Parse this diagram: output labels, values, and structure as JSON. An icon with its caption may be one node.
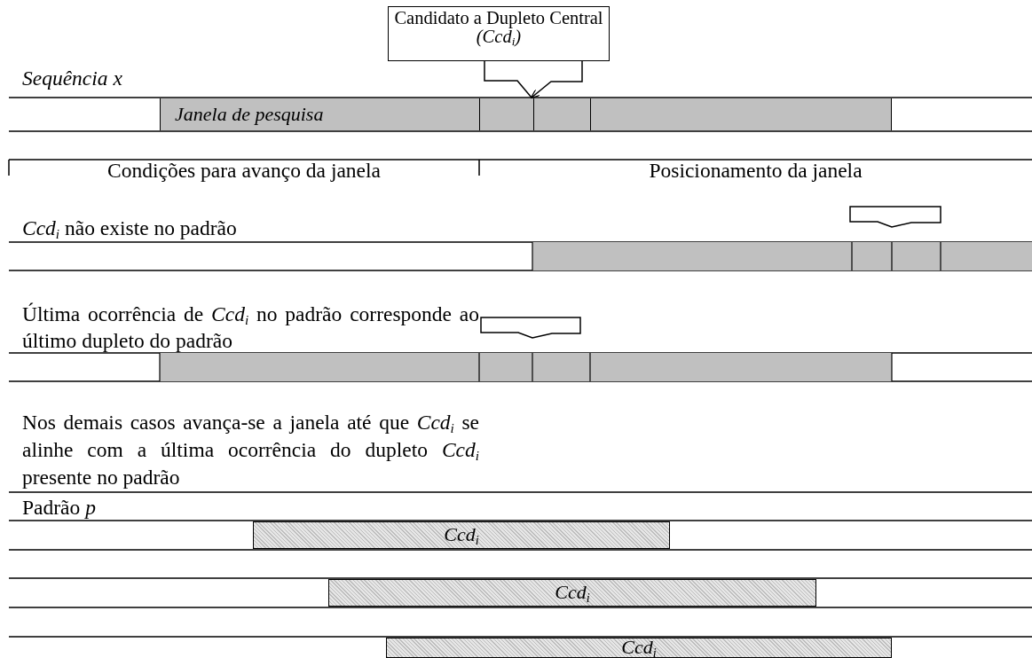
{
  "diagram": {
    "nodes": [
      {
        "text": [
          "Candidato a Dupleto Central",
          "(Ccd$_{i}$)"
        ]
      },
      {
        "text": [
          "Janela de pesquisa"
        ]
      },
      {
        "text": [],
        "shape": "box",
        "in": 1
      },
      {
        "text": [
          "Ccd$_{i}$"
        ]
      },
      {
        "text": [
          "Ccd$_{i}$"
        ]
      },
      {
        "text": [
          "Ccd$_{i}$"
        ]
      }
    ],
    "edges": [
      {
        "from": 0,
        "to": 2,
        "arrow": "to"
      }
    ],
    "labels": [
      "Sequência x",
      "Condições para avanço da janela",
      "Posicionamento da janela",
      "*Ccd*$_{i}$ não existe no padrão",
      "Última ocorrência de *Ccd*$_{i}$ no padrão corresponde ao último dupleto do padrão",
      "Nos demais casos avança-se a janela até que *Ccd*$_{i}$ se alinhe com a última ocorrência do dupleto *Ccd*$_{i}$ presente no padrão",
      "Padrão *p*"
    ]
  }
}
